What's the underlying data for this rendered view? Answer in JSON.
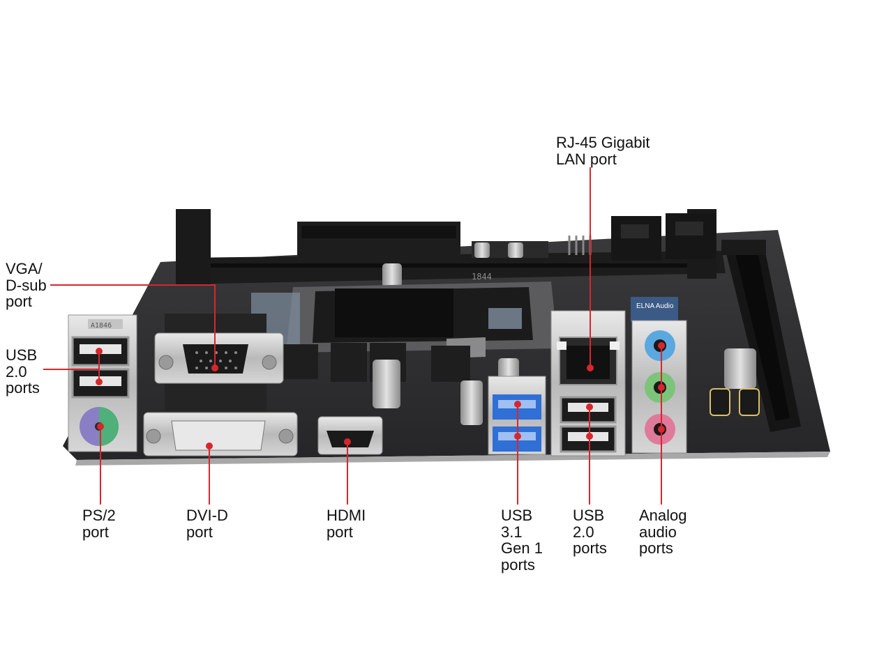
{
  "colors": {
    "background": "#ffffff",
    "label_text": "#111111",
    "callout_line": "#d8262c",
    "pcb": "#2c2c2e",
    "port_blue": "#2f6fd6",
    "audio_blue": "#5aa8e0",
    "audio_green": "#7cc47a",
    "audio_pink": "#e07a9a",
    "ps2_purple": "#8a7fc4",
    "ps2_green": "#4fb07a"
  },
  "labels": {
    "vga": [
      "VGA/",
      "D-sub",
      "port"
    ],
    "usb20_left": [
      "USB",
      "2.0",
      "ports"
    ],
    "ps2": [
      "PS/2",
      "port"
    ],
    "dvid": [
      "DVI-D",
      "port"
    ],
    "hdmi": [
      "HDMI",
      "port"
    ],
    "usb31": [
      "USB",
      "3.1",
      "Gen 1",
      "ports"
    ],
    "usb20_right": [
      "USB",
      "2.0",
      "ports"
    ],
    "audio": [
      "Analog",
      "audio",
      "ports"
    ],
    "rj45": [
      "RJ-45 Gigabit",
      "LAN port"
    ]
  },
  "board_markings": {
    "usb_stack_code": "A1846",
    "dimm_code": "1844",
    "audio_shield_text": "ELNA Audio"
  }
}
